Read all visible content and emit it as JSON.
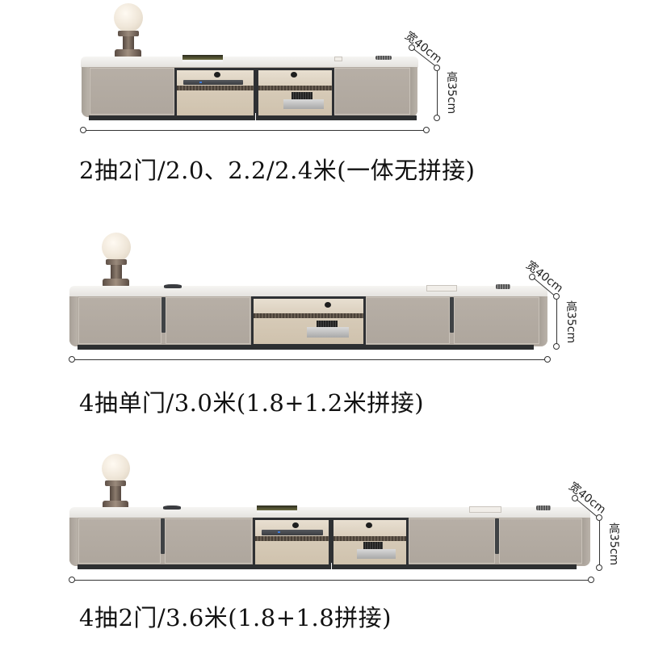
{
  "products": [
    {
      "id": "row1",
      "caption": "2抽2门/2.0、2.2/2.4米(一体无拼接)",
      "configuration": "2 drawers 2 doors",
      "lengths_m": [
        "2.0",
        "2.2",
        "2.4"
      ],
      "width_label": "宽40cm",
      "height_label": "高35cm"
    },
    {
      "id": "row2",
      "caption": "4抽单门/3.0米(1.8+1.2米拼接)",
      "configuration": "4 drawers single door",
      "lengths_m": [
        "3.0"
      ],
      "width_label": "宽40cm",
      "height_label": "高35cm"
    },
    {
      "id": "row3",
      "caption": "4抽2门/3.6米(1.8+1.8拼接)",
      "configuration": "4 drawers 2 doors",
      "lengths_m": [
        "3.6"
      ],
      "width_label": "宽40cm",
      "height_label": "高35cm"
    }
  ],
  "colors": {
    "background": "#ffffff",
    "slab": "#ecebe7",
    "door": "#b2aaa1",
    "handle": "#3f4245",
    "plinth": "#2d2f31",
    "caption_text": "#111111"
  }
}
